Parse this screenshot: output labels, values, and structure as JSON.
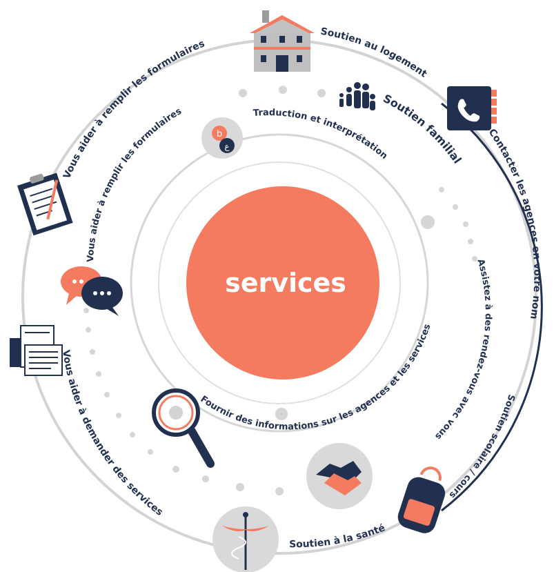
{
  "center": {
    "label": "services"
  },
  "outer_ring": {
    "housing": "Soutien au logement",
    "contact_agencies": "Contacter les agences en votre nom",
    "school": "Soutien scolaire / cours",
    "health": "Soutien à la santé",
    "request_services": "Vous aider à demander des services",
    "forms": "Vous aider à remplir les formulaires"
  },
  "inner_ring": {
    "family": "Soutien familial",
    "translation": "Traduction et interprétation",
    "appointments": "Assistez à des rendez-vous avec vous",
    "information": "Fournir des informations sur les agences et les services",
    "forms": "Vous aider à remplir les formulaires"
  },
  "icons": {
    "translation_glyph_a": "b",
    "translation_glyph_b": "ع"
  },
  "colors": {
    "navy": "#22304f",
    "coral": "#f47a60",
    "grey": "#d3d3d3",
    "icon_bg": "#d9d9d9"
  }
}
